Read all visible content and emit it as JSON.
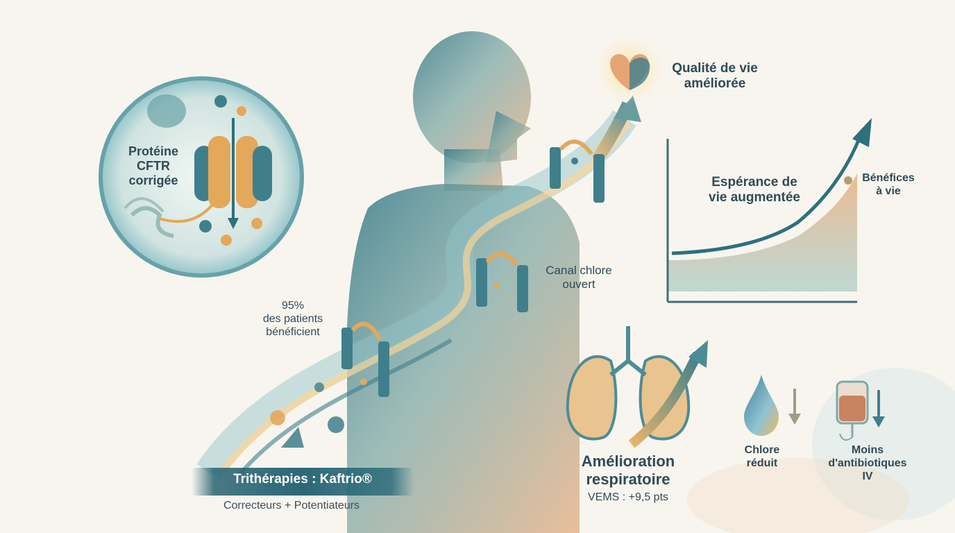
{
  "labels": {
    "protein": [
      "Protéine",
      "CFTR",
      "corrigée"
    ],
    "quality": [
      "Qualité de vie",
      "améliorée"
    ],
    "channel": [
      "Canal chlore",
      "ouvert"
    ],
    "patients": [
      "95%",
      "des patients",
      "bénéficient"
    ],
    "life_expectancy": [
      "Espérance de",
      "vie augmentée"
    ],
    "lifetime_benefits": [
      "Bénéfices",
      "à vie"
    ],
    "respiratory": [
      "Amélioration",
      "respiratoire"
    ],
    "fev": "VEMS : +9,5 pts",
    "chloride": [
      "Chlore",
      "réduit"
    ],
    "antibiotics": [
      "Moins",
      "d'antibiotiques",
      "IV"
    ],
    "therapy_title": "Trithérapies : Kaftrio®",
    "therapy_subtitle": "Correcteurs + Potentiateurs"
  },
  "colors": {
    "teal": "#2f6f7e",
    "teal_light": "#8fc3c9",
    "ochre": "#e3a85a",
    "peach": "#e9b58e",
    "text": "#2e4b57"
  },
  "icons": [
    "cell-icon",
    "cftr-protein-icon",
    "human-silhouette-icon",
    "heart-brain-icon",
    "chloride-channel-icon",
    "lungs-icon",
    "droplet-icon",
    "iv-bag-icon",
    "trend-arrow-icon",
    "down-arrow-icon"
  ]
}
